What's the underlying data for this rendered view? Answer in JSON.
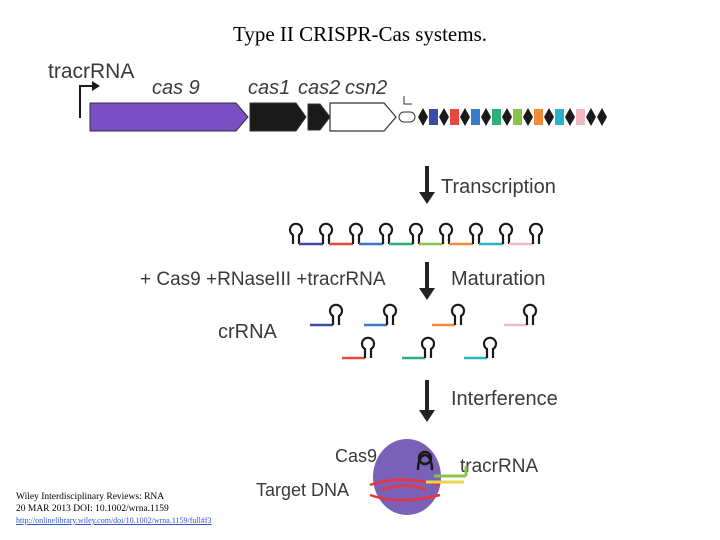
{
  "title": "Type II CRISPR-Cas systems.",
  "locus": {
    "tracr_label": "tracrRNA",
    "genes": [
      "cas 9",
      "cas1",
      "cas2",
      "csn2"
    ],
    "gene_colors": {
      "cas9": "#7b4fc4",
      "cas1": "#1a1a1a",
      "cas2": "#1a1a1a",
      "csn2": "#ffffff"
    },
    "spacer_colors": [
      "#3d4aa8",
      "#e64a3c",
      "#3a78c8",
      "#2db07a",
      "#8bc34a",
      "#f08a3c",
      "#26b5c5",
      "#f2b8c6",
      "#1a1a1a"
    ]
  },
  "steps": {
    "transcription": "Transcription",
    "maturation": "Maturation",
    "interference": "Interference"
  },
  "maturation_factors": "+ Cas9 +RNaseIII +tracrRNA",
  "crrna_label": "crRNA",
  "complex": {
    "cas9_label": "Cas9",
    "tracr_label": "tracrRNA",
    "target_label": "Target DNA",
    "cas9_color": "#7b60b8"
  },
  "citation": {
    "journal": "Wiley Interdisciplinary Reviews: RNA",
    "date_doi": "20 MAR 2013 DOI: 10.1002/wrna.1159",
    "url": "http://onlinelibrary.wiley.com/doi/10.1002/wrna.1159/full#f3"
  }
}
